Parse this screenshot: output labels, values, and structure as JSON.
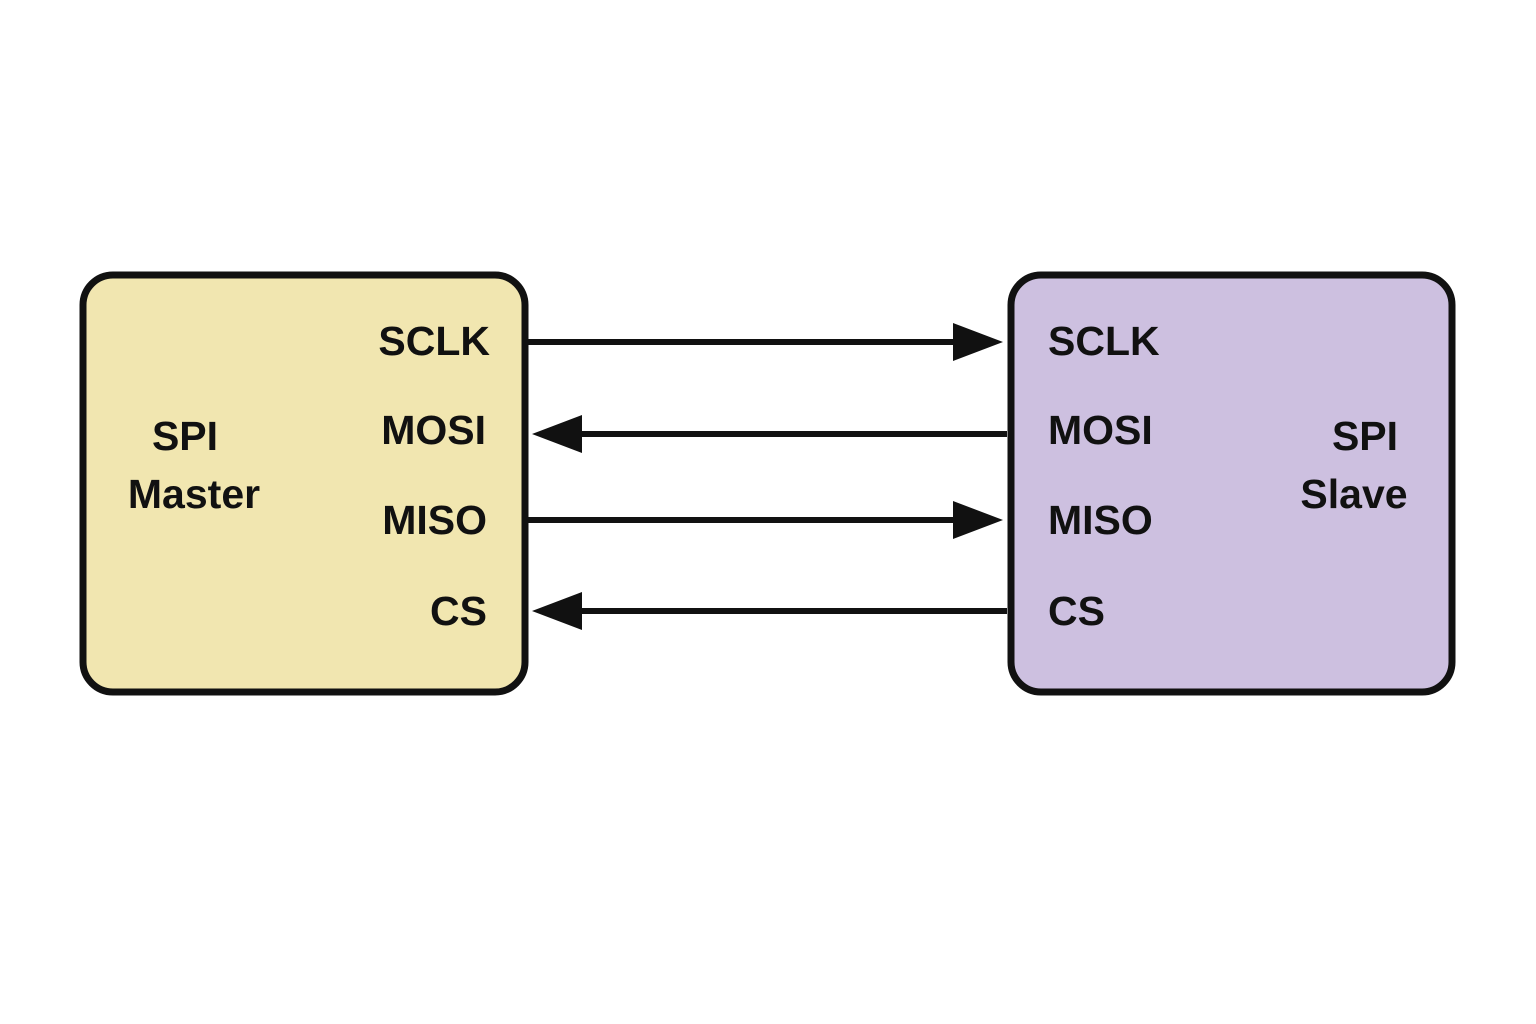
{
  "master": {
    "title_line1": "SPI",
    "title_line2": "Master",
    "fill_color": "#f1e6b0",
    "pins": [
      "SCLK",
      "MOSI",
      "MISO",
      "CS"
    ]
  },
  "slave": {
    "title_line1": "SPI",
    "title_line2": "Slave",
    "fill_color": "#cdc0e0",
    "pins": [
      "SCLK",
      "MOSI",
      "MISO",
      "CS"
    ]
  },
  "connections": [
    {
      "signal": "SCLK",
      "direction": "master-to-slave"
    },
    {
      "signal": "MOSI",
      "direction": "slave-to-master"
    },
    {
      "signal": "MISO",
      "direction": "master-to-slave"
    },
    {
      "signal": "CS",
      "direction": "slave-to-master"
    }
  ],
  "line_color": "#111111"
}
